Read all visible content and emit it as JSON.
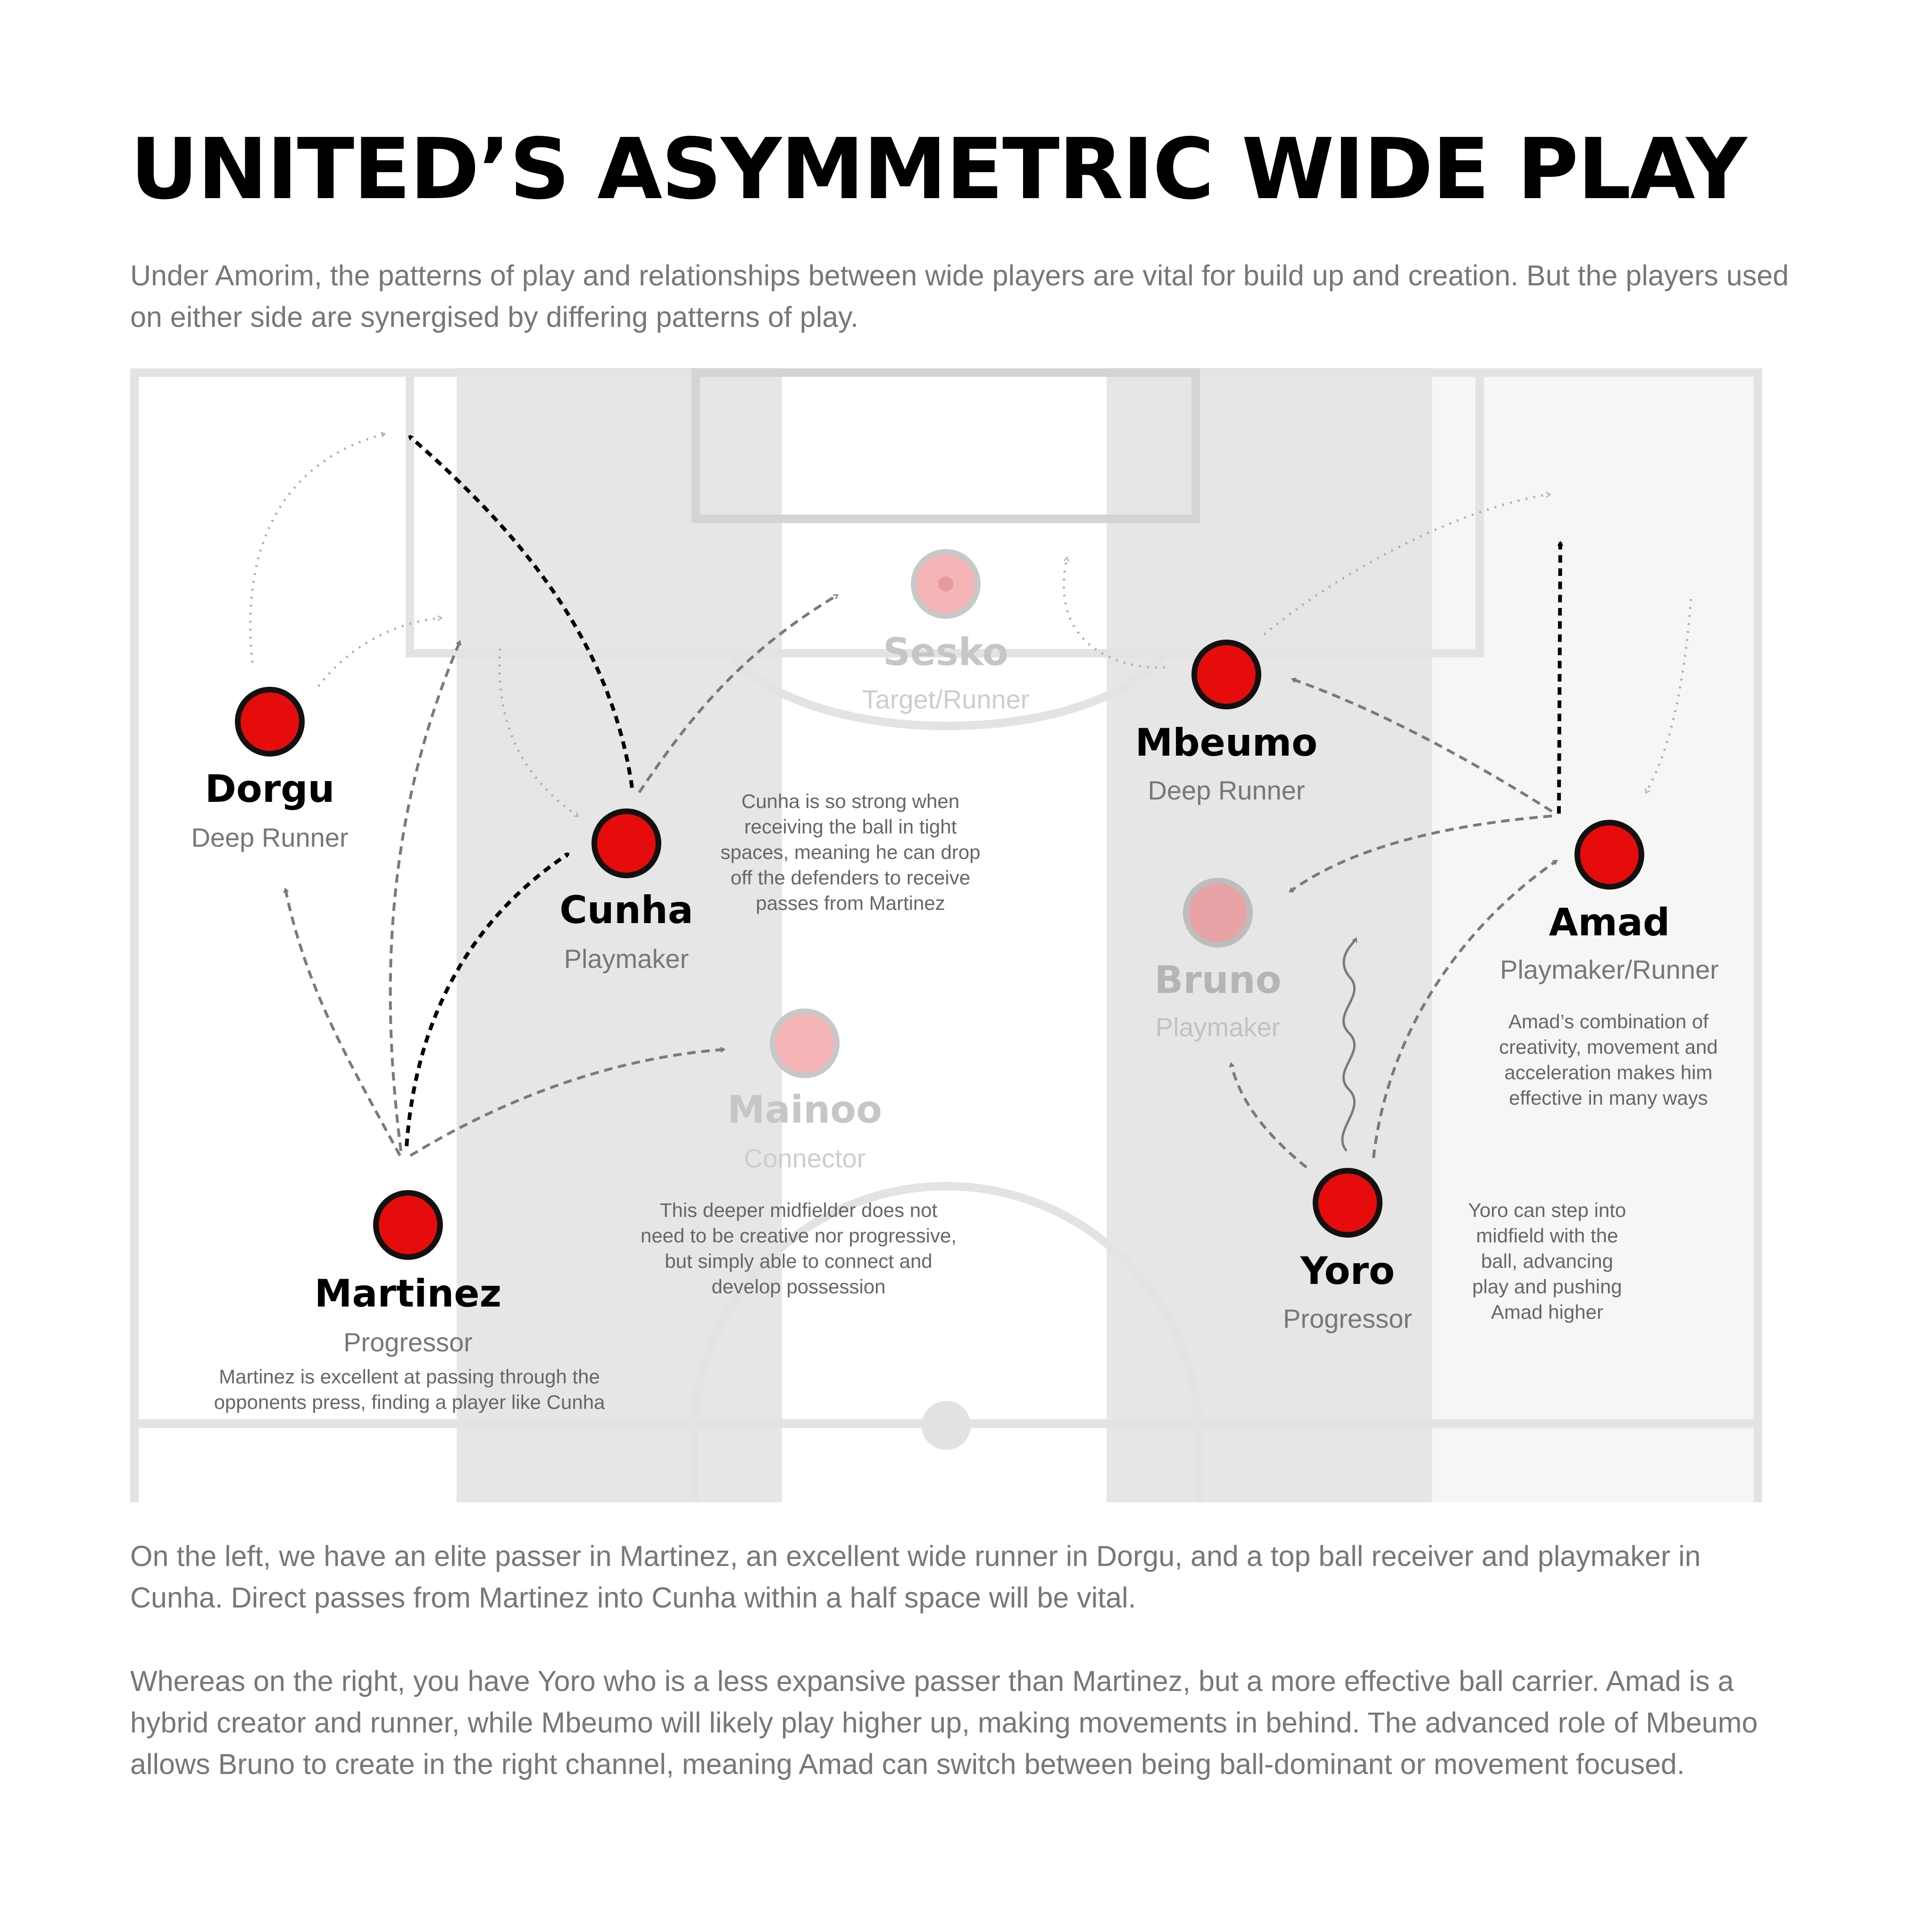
{
  "title": "UNITED’S ASYMMETRIC WIDE PLAY",
  "subtitle": "Under Amorim, the patterns of play and relationships between wide players are vital for build up and creation. But the players used on either side are synergised by differing patterns of play.",
  "colors": {
    "player_red": "#e60c0c",
    "faded_player": "#f5b5b7",
    "lane_dark": "#e6e6e6",
    "lane_light": "#f6f6f6",
    "pitch_lines": "#e3e3e3"
  },
  "players": [
    {
      "id": "dorgu",
      "name": "Dorgu",
      "role": "Deep Runner",
      "faded": false
    },
    {
      "id": "cunha",
      "name": "Cunha",
      "role": "Playmaker",
      "faded": false
    },
    {
      "id": "martinez",
      "name": "Martinez",
      "role": "Progressor",
      "faded": false
    },
    {
      "id": "sesko",
      "name": "Sesko",
      "role": "Target/Runner",
      "faded": true
    },
    {
      "id": "mainoo",
      "name": "Mainoo",
      "role": "Connector",
      "faded": true
    },
    {
      "id": "mbeumo",
      "name": "Mbeumo",
      "role": "Deep Runner",
      "faded": false
    },
    {
      "id": "bruno",
      "name": "Bruno",
      "role": "Playmaker",
      "faded": true
    },
    {
      "id": "amad",
      "name": "Amad",
      "role": "Playmaker/Runner",
      "faded": false
    },
    {
      "id": "yoro",
      "name": "Yoro",
      "role": "Progressor",
      "faded": false
    }
  ],
  "annotations": {
    "cunha": [
      "Cunha is so strong when",
      "receiving the ball in tight",
      "spaces, meaning he can drop",
      "off the defenders to receive",
      "passes from Martinez"
    ],
    "martinez": [
      "Martinez is excellent at passing through the",
      "opponents press, finding a player like Cunha"
    ],
    "mainoo": [
      "This deeper midfielder does not",
      "need to be creative nor progressive,",
      "but simply able to connect and",
      "develop possession"
    ],
    "amad": [
      "Amad’s combination of",
      "creativity, movement and",
      "acceleration makes him",
      "effective in many ways"
    ],
    "yoro": [
      "Yoro can step into",
      "midfield with the",
      "ball, advancing",
      "play and pushing",
      "Amad higher"
    ]
  },
  "paragraph_left": "On the left, we have an elite passer in Martinez, an excellent wide runner in Dorgu, and a top ball receiver and playmaker in Cunha. Direct passes from Martinez into Cunha within a half space will be vital.",
  "paragraph_right": "Whereas on the right, you have Yoro who is a less expansive passer than Martinez, but a more effective ball carrier. Amad is a hybrid creator and runner, while Mbeumo will likely play higher up, making movements in behind. The advanced role of Mbeumo allows Bruno to create in the right channel, meaning Amad can switch between being ball-dominant or movement focused."
}
